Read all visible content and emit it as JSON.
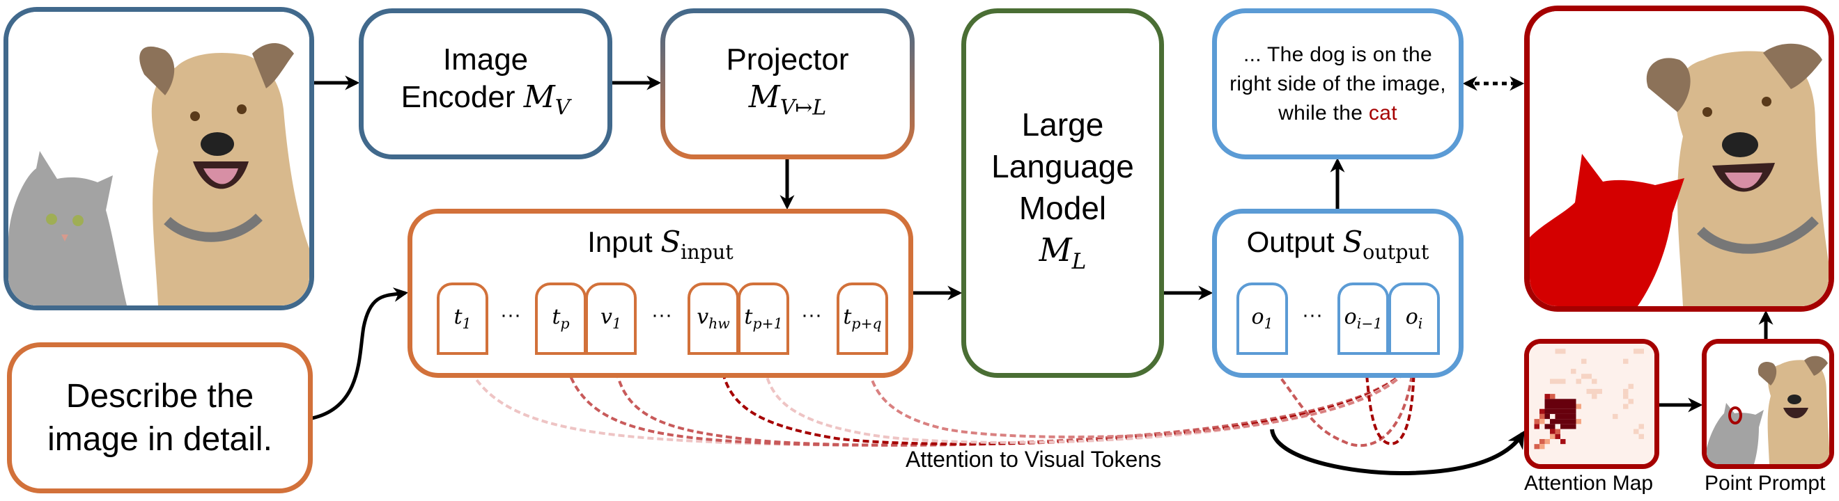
{
  "nodes": {
    "input_image": {
      "alt": "cat and dog photo",
      "subjects": [
        "cat",
        "dog"
      ]
    },
    "image_encoder": {
      "line1": "Image",
      "line2": "Encoder",
      "symbol": "M",
      "subscript": "V"
    },
    "projector": {
      "line1": "Projector",
      "symbol": "M",
      "subscript": "V↦L"
    },
    "llm": {
      "line1": "Large",
      "line2": "Language",
      "line3": "Model",
      "symbol": "M",
      "subscript": "L"
    },
    "text_prompt": {
      "line1": "Describe the",
      "line2": "image in detail."
    },
    "input_sequence": {
      "title": "Input",
      "symbol": "S",
      "subscript": "input",
      "tokens": [
        {
          "base": "t",
          "sub": "1"
        },
        {
          "base": "t",
          "sub": "p"
        },
        {
          "base": "v",
          "sub": "1"
        },
        {
          "base": "v",
          "sub": "hw"
        },
        {
          "base": "t",
          "sub": "p+1"
        },
        {
          "base": "t",
          "sub": "p+q"
        }
      ],
      "ellipsis": "···"
    },
    "output_sequence": {
      "title": "Output",
      "symbol": "S",
      "subscript": "output",
      "tokens": [
        {
          "base": "o",
          "sub": "1"
        },
        {
          "base": "o",
          "sub": "i−1"
        },
        {
          "base": "o",
          "sub": "i"
        }
      ],
      "ellipsis": "···"
    },
    "output_text": {
      "line1": "... The dog is on the",
      "line2": "right side of the image,",
      "line3_prefix": "while the ",
      "line3_highlight": "cat"
    },
    "segmentation_result": {
      "alt": "cat segmented in red mask next to dog"
    },
    "attention_map": {
      "caption": "Attention Map"
    },
    "point_prompt": {
      "caption": "Point Prompt"
    }
  },
  "annotations": {
    "attention_label": "Attention to Visual Tokens"
  },
  "colors": {
    "encoder_border": "#41698c",
    "input_border": "#d2713a",
    "llm_border": "#4a6e34",
    "output_border": "#5b9bd5",
    "segmentation_border": "#a50000",
    "mask_fill": "#d40000",
    "attention_arrow": "#a50000",
    "highlight_text": "#a50000"
  },
  "attention_map_hot_cells": [
    [
      10,
      3
    ],
    [
      10,
      4
    ],
    [
      11,
      3
    ],
    [
      11,
      4
    ],
    [
      11,
      5
    ],
    [
      11,
      6
    ],
    [
      11,
      7
    ],
    [
      11,
      8
    ],
    [
      12,
      3
    ],
    [
      12,
      4
    ],
    [
      12,
      5
    ],
    [
      12,
      6
    ],
    [
      12,
      7
    ],
    [
      12,
      8
    ],
    [
      12,
      9
    ],
    [
      13,
      2
    ],
    [
      13,
      3
    ],
    [
      13,
      4
    ],
    [
      13,
      5
    ],
    [
      13,
      6
    ],
    [
      13,
      7
    ],
    [
      13,
      8
    ],
    [
      14,
      2
    ],
    [
      14,
      3
    ],
    [
      14,
      5
    ],
    [
      14,
      6
    ],
    [
      14,
      7
    ],
    [
      14,
      8
    ],
    [
      15,
      1
    ],
    [
      15,
      2
    ],
    [
      15,
      4
    ],
    [
      15,
      5
    ],
    [
      15,
      6
    ],
    [
      15,
      7
    ],
    [
      15,
      8
    ],
    [
      15,
      9
    ],
    [
      16,
      1
    ],
    [
      16,
      3
    ],
    [
      16,
      4
    ],
    [
      16,
      6
    ],
    [
      16,
      7
    ],
    [
      16,
      8
    ],
    [
      17,
      4
    ],
    [
      17,
      5
    ],
    [
      18,
      4
    ],
    [
      18,
      5
    ],
    [
      19,
      2
    ],
    [
      19,
      3
    ],
    [
      19,
      6
    ],
    [
      20,
      1
    ],
    [
      20,
      2
    ]
  ]
}
